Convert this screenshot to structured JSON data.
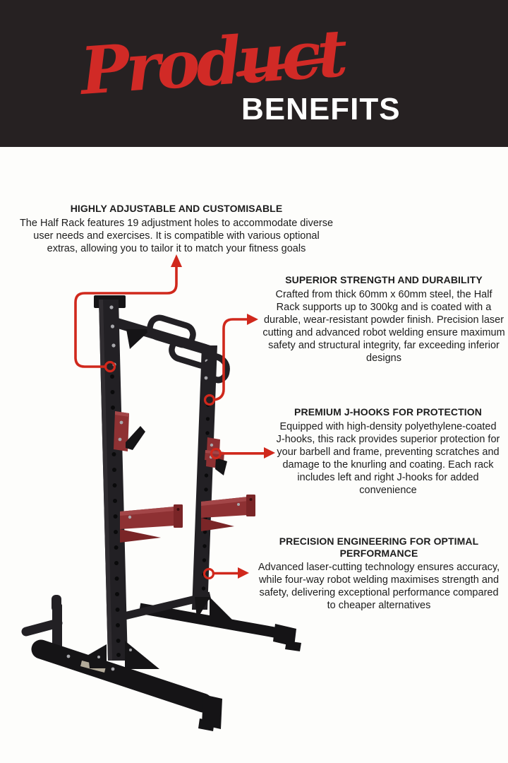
{
  "colors": {
    "page-bg": "#fdfdfb",
    "header-bg": "#262122",
    "script-red": "#d12a26",
    "benefits-text": "#ffffff",
    "annotation-red": "#d0281c",
    "body-text": "#1d1d1d",
    "rack-dark": "#222024",
    "rack-darker": "#151416",
    "rack-edge": "#322f33",
    "rack-red": "#8e3133",
    "rack-red-dark": "#7a2527",
    "rack-red-light": "#a34648",
    "bolt-gray": "#a8a8ac",
    "hole-black": "#0a0a0b",
    "sticker": "#cfc6b2"
  },
  "header": {
    "title_script": "Product",
    "title_main": "BENEFITS"
  },
  "product_image": {
    "name": "half-rack-photo"
  },
  "benefits": [
    {
      "id": "adjustable",
      "title": "HIGHLY ADJUSTABLE AND CUSTOMISABLE",
      "body": "The Half Rack features 19 adjustment holes to accommodate diverse user needs and exercises. It is compatible with various optional extras, allowing you to tailor it to match your fitness goals"
    },
    {
      "id": "strength",
      "title": "SUPERIOR STRENGTH AND DURABILITY",
      "body": "Crafted from thick 60mm x 60mm steel, the Half Rack supports up to 300kg and is coated with a durable, wear-resistant powder finish. Precision laser cutting and advanced robot welding ensure maximum safety and structural integrity, far exceeding inferior designs"
    },
    {
      "id": "jhooks",
      "title": "PREMIUM J-HOOKS FOR PROTECTION",
      "body": "Equipped with high-density polyethylene-coated J-hooks, this rack provides superior protection for your barbell and frame, preventing scratches and damage to the knurling and coating. Each rack includes left and right J-hooks for added convenience"
    },
    {
      "id": "precision",
      "title": "PRECISION ENGINEERING FOR OPTIMAL PERFORMANCE",
      "body": "Advanced laser-cutting technology ensures accuracy, while four-way robot welding maximises strength and safety, delivering exceptional performance compared to cheaper alternatives"
    }
  ]
}
